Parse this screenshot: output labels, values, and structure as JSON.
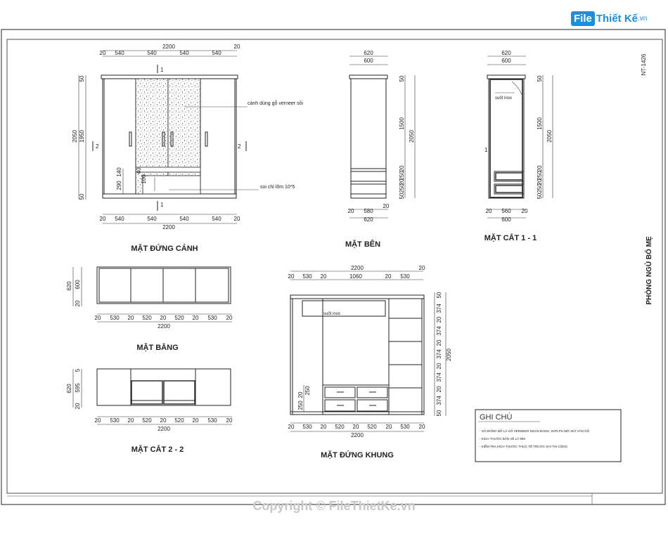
{
  "logo": {
    "box": "File",
    "rest": "Thiết Kế",
    "suffix": ".vn",
    "color": "#1e8fd6"
  },
  "copyright": "Copyright © FileThietKe.vn",
  "sheet": {
    "code": "NT-1426",
    "room_title": "PHÒNG NGỦ BỐ MẸ"
  },
  "views": {
    "front": {
      "title": "MẶT ĐỨNG CÁNH",
      "top_total": "2200",
      "top_segments": [
        "20",
        "540",
        "540",
        "540",
        "540",
        "20"
      ],
      "bottom_total": "2200",
      "bottom_segments": [
        "20",
        "540",
        "540",
        "540",
        "540",
        "20"
      ],
      "left_dims": [
        "50",
        "1950",
        "50",
        "2050"
      ],
      "inner_dims": [
        "290",
        "140",
        "40",
        "100"
      ],
      "section_mark_1": "1",
      "section_mark_2": "2",
      "callout_door": "cánh dùng gỗ verneer sồi",
      "callout_groove": "soi chỉ lõm 10*5"
    },
    "side": {
      "title": "MẶT BÊN",
      "top_dims": [
        "620",
        "600"
      ],
      "right_dims": [
        "50",
        "1500",
        "2050",
        "20",
        "250",
        "20",
        "250",
        "50"
      ],
      "bottom_dims": [
        "20",
        "580",
        "20",
        "620"
      ]
    },
    "section11": {
      "title": "MẶT CẮT 1 - 1",
      "top_dims": [
        "620",
        "600"
      ],
      "label_rail": "suốt inox",
      "right_dims": [
        "50",
        "1500",
        "2050",
        "20",
        "250",
        "20",
        "250",
        "50"
      ],
      "bottom_dims": [
        "20",
        "560",
        "20",
        "600"
      ],
      "mark": "1"
    },
    "plan": {
      "title": "MẶT BẰNG",
      "left_dims": [
        "620",
        "600",
        "20"
      ],
      "bottom_segments": [
        "20",
        "530",
        "20",
        "520",
        "20",
        "520",
        "20",
        "530",
        "20"
      ],
      "bottom_total": "2200"
    },
    "section22": {
      "title": "MẶT CẮT 2 - 2",
      "left_dims": [
        "5",
        "620",
        "595",
        "20"
      ],
      "bottom_segments": [
        "20",
        "530",
        "20",
        "520",
        "20",
        "520",
        "20",
        "530",
        "20"
      ],
      "bottom_total": "2200"
    },
    "frame": {
      "title": "MẶT ĐỨNG KHUNG",
      "top_total": "2200",
      "top_segments": [
        "20",
        "530",
        "20",
        "1060",
        "20",
        "530",
        "20"
      ],
      "label_rail": "suốt inox",
      "right_dims": [
        "50",
        "374",
        "20",
        "374",
        "20",
        "374",
        "20",
        "374",
        "20",
        "374",
        "50"
      ],
      "right_total": "2050",
      "left_dims": [
        "250",
        "20",
        "250"
      ],
      "bottom_segments": [
        "20",
        "530",
        "20",
        "520",
        "20",
        "520",
        "20",
        "530",
        "20"
      ],
      "bottom_total": "2200"
    }
  },
  "notes": {
    "heading": "GHI CHÚ",
    "items": [
      "- GỖ ĐÓNG ĐỒ LÀ GỖ VERNEER NOẠN ĐANG, SƠN PU MỜ SIỮ VÂN GỖ",
      "- KÍCH THƯỚC BẢN VẼ LÀ MM",
      "- KIỂM TRA KÍCH THƯỚC THỰC TẾ TRƯỚC KHI THI CÔNG"
    ]
  }
}
